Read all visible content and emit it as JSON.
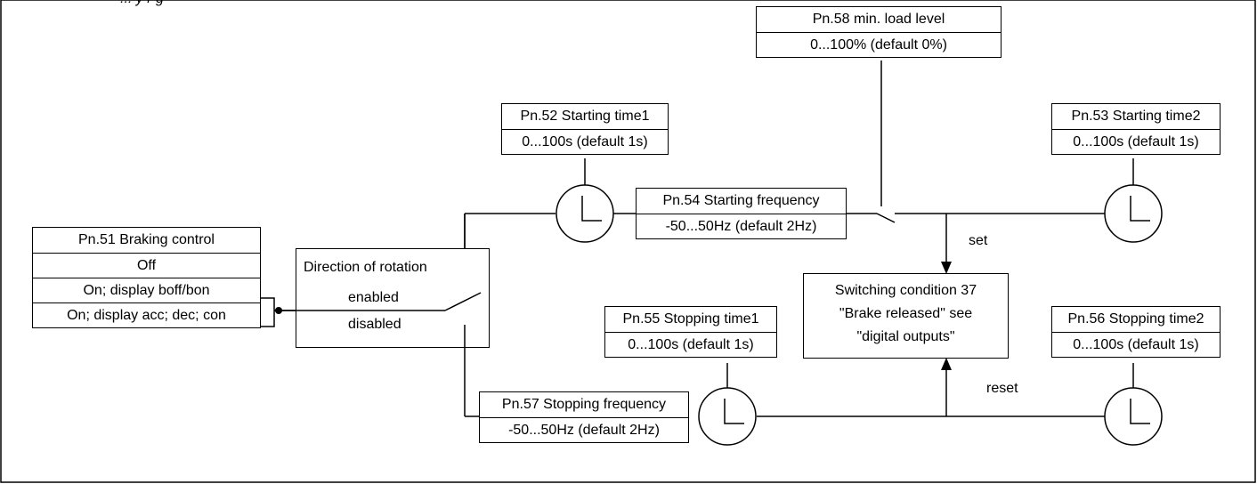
{
  "header_fragment": "... y    r              g",
  "pn51": {
    "title": "Pn.51 Braking control",
    "options": [
      "Off",
      "On; display boff/bon",
      "On; display acc; dec; con"
    ]
  },
  "direction": {
    "title": "Direction of rotation",
    "enabled": "enabled",
    "disabled": "disabled"
  },
  "pn52": {
    "title": "Pn.52  Starting time1",
    "range": "0...100s (default 1s)"
  },
  "pn53": {
    "title": "Pn.53  Starting time2",
    "range": "0...100s (default 1s)"
  },
  "pn54": {
    "title": "Pn.54     Starting frequency",
    "range": "-50...50Hz (default 2Hz)"
  },
  "pn55": {
    "title": "Pn.55  Stopping time1",
    "range": "0...100s (default 1s)"
  },
  "pn56": {
    "title": "Pn.56  Stopping time2",
    "range": "0...100s (default 1s)"
  },
  "pn57": {
    "title": "Pn.57  Stopping frequency",
    "range": "-50...50Hz (default 2Hz)"
  },
  "pn58": {
    "title": "Pn.58   min. load level",
    "range": "0...100% (default 0%)"
  },
  "switching": {
    "line1": "Switching condition 37",
    "line2": "\"Brake released\" see",
    "line3": "\"digital outputs\""
  },
  "labels": {
    "set": "set",
    "reset": "reset"
  }
}
